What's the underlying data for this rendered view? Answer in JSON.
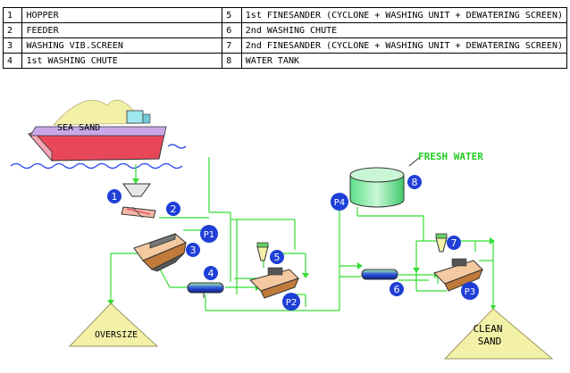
{
  "legend": [
    {
      "num": "1",
      "name": "HOPPER",
      "num2": "5",
      "name2": "1st FINESANDER (CYCLONE + WASHING UNIT + DEWATERING SCREEN)"
    },
    {
      "num": "2",
      "name": "FEEDER",
      "num2": "6",
      "name2": "2nd WASHING CHUTE"
    },
    {
      "num": "3",
      "name": "WASHING VIB.SCREEN",
      "num2": "7",
      "name2": "2nd FINESANDER (CYCLONE + WASHING UNIT + DEWATERING SCREEN)"
    },
    {
      "num": "4",
      "name": "1st WASHING CHUTE",
      "num2": "8",
      "name2": "WATER TANK"
    }
  ],
  "labels": {
    "sea_sand": "SEA SAND",
    "fresh_water": "FRESH WATER",
    "oversize": "OVERSIZE",
    "clean_sand_1": "CLEAN",
    "clean_sand_2": "SAND"
  },
  "markers": {
    "m1": "1",
    "m2": "2",
    "m3": "3",
    "m4": "4",
    "m5": "5",
    "m6": "6",
    "m7": "7",
    "m8": "8",
    "p1": "P1",
    "p2": "P2",
    "p3": "P3",
    "p4": "P4"
  },
  "colors": {
    "pipe": "#33dd33",
    "marker": "#1f3fd6",
    "fresh_water_text": "#22cc22",
    "sand": "#f3f0a8",
    "water_wave": "#2244ee"
  }
}
